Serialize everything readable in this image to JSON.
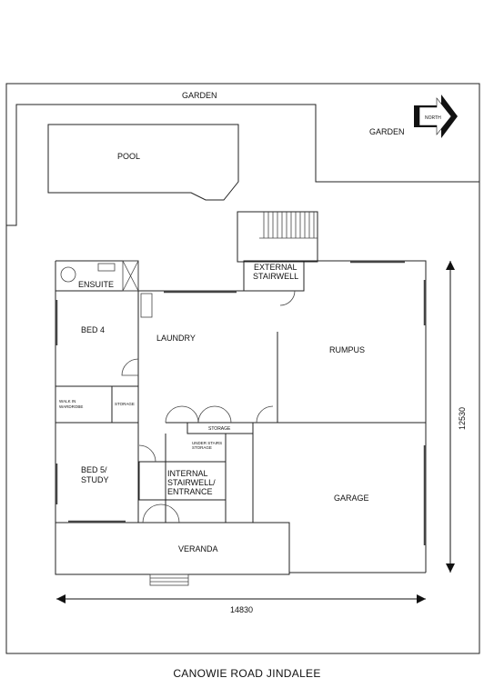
{
  "plan": {
    "rooms": {
      "garden_top": "GARDEN",
      "garden_right": "GARDEN",
      "pool": "POOL",
      "external_stairwell_1": "EXTERNAL",
      "external_stairwell_2": "STAIRWELL",
      "ensuite": "ENSUITE",
      "bed4": "BED 4",
      "laundry": "LAUNDRY",
      "rumpus": "RUMPUS",
      "walk_in_1": "WALK IN",
      "walk_in_2": "WARDROBE",
      "storage_small": "STORAGE",
      "storage_mid": "STORAGE",
      "under_stairs_1": "UNDER STAIRS",
      "under_stairs_2": "STORAGE",
      "bed5_1": "BED 5/",
      "bed5_2": "STUDY",
      "internal_1": "INTERNAL",
      "internal_2": "STAIRWELL/",
      "internal_3": "ENTRANCE",
      "garage": "GARAGE",
      "veranda": "VERANDA"
    },
    "north": "NORTH",
    "dimensions": {
      "width": "14830",
      "depth": "12530"
    },
    "caption": "CANOWIE ROAD JINDALEE"
  }
}
